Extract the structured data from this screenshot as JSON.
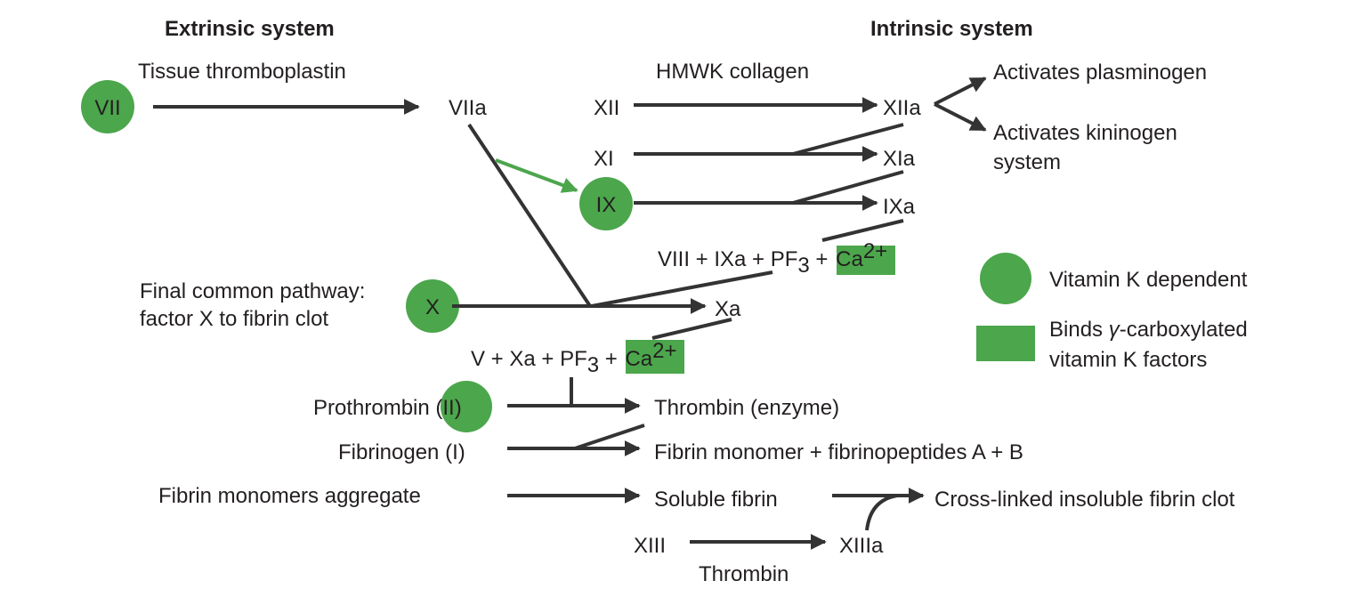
{
  "headers": {
    "extrinsic": "Extrinsic system",
    "intrinsic": "Intrinsic system"
  },
  "labels": {
    "tissue_thromboplastin": "Tissue thromboplastin",
    "vii": "VII",
    "viia": "VIIa",
    "hmwk_collagen": "HMWK collagen",
    "xii": "XII",
    "xiia": "XIIa",
    "xi": "XI",
    "xia": "XIa",
    "ix": "IX",
    "ixa": "IXa",
    "activates_plasminogen": "Activates plasminogen",
    "activates_kininogen_1": "Activates kininogen",
    "activates_kininogen_2": "system",
    "tenase_prefix": "VIII + IXa + PF",
    "tenase_sub": "3",
    "tenase_plus": " + ",
    "ca": "Ca",
    "ca_sup": "2+",
    "final_common_1": "Final common pathway:",
    "final_common_2": "factor X to fibrin clot",
    "x": "X",
    "xa": "Xa",
    "prothrombinase_prefix": "V + Xa + PF",
    "prothrombinase_sub": "3",
    "prothrombinase_plus": " + ",
    "prothrombin": "Prothrombin (II)",
    "thrombin_enzyme": "Thrombin (enzyme)",
    "fibrinogen": "Fibrinogen (I)",
    "fibrin_monomer": "Fibrin monomer + fibrinopeptides A + B",
    "fibrin_aggregate": "Fibrin monomers aggregate",
    "soluble_fibrin": "Soluble fibrin",
    "cross_linked": "Cross-linked insoluble fibrin clot",
    "xiii": "XIII",
    "xiiia": "XIIIa",
    "thrombin": "Thrombin"
  },
  "legend": {
    "vitamin_k_dependent": "Vitamin K dependent",
    "binds_line1_prefix": "Binds ",
    "binds_line1_gamma": "γ",
    "binds_line1_suffix": "-carboxylated",
    "binds_line2": "vitamin K factors"
  },
  "colors": {
    "green": "#4ca64c",
    "line": "#333333",
    "text": "#231f20"
  }
}
